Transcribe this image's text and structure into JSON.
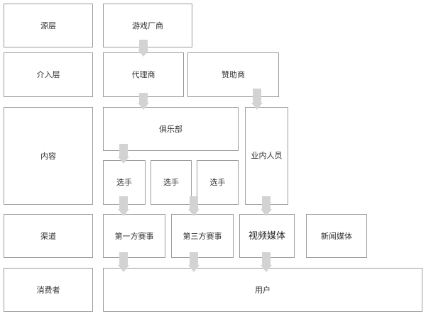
{
  "layers": {
    "source": "源层",
    "access": "介入层",
    "content": "内容",
    "channel": "渠道",
    "consumer": "消费者"
  },
  "nodes": {
    "game_vendor": "游戏厂商",
    "agent": "代理商",
    "sponsor": "赞助商",
    "club": "俱乐部",
    "industry_insiders": "业内人员",
    "player_1": "选手",
    "player_2": "选手",
    "player_3": "选手",
    "first_party_event": "第一方赛事",
    "third_party_event": "第三方赛事",
    "video_media": "视频媒体",
    "news_media": "新闻媒体",
    "users": "用户"
  }
}
